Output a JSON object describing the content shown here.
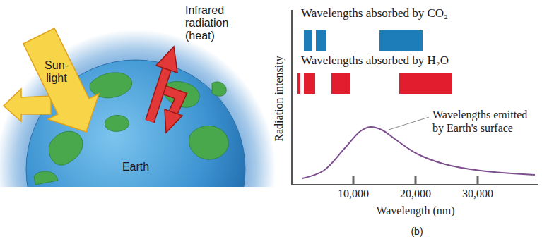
{
  "diagram": {
    "nodes": [
      {
        "text": [
          "Sun- light"
        ]
      },
      {
        "text": [
          "Earth"
        ]
      }
    ],
    "labels": [
      "Infrared radiation (heat)",
      "Wavelengths absorbed by CO₂",
      "Wavelengths absorbed by H₂O",
      "Radiation intensity",
      "Wavelengths emitted by Earth's surface",
      "10,000",
      "20,000",
      "30,000",
      "Wavelength (nm)",
      "(b)"
    ]
  }
}
